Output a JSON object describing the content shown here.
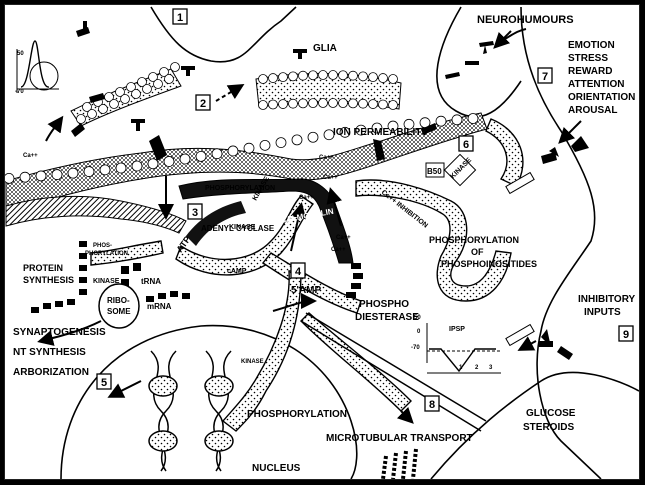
{
  "labels": {
    "neurohumours": "NEUROHUMOURS",
    "glia": "GLIA",
    "ion_permeability": "ION PERMEABILITY",
    "emotion": "EMOTION",
    "stress": "STRESS",
    "reward": "REWARD",
    "attention": "ATTENTION",
    "orientation": "ORIENTATION",
    "arousal": "AROUSAL",
    "phosphorylation_top": "PHOSPHORYLATION",
    "adenyl_cyclase": "ADENYL CYCLASE",
    "kinase_a": "KINASE",
    "kinase_b": "KINASE",
    "atp": "ATP",
    "calmodulin": "CALMODULIN",
    "camp": "cAMP",
    "five_amp": "5'AMP",
    "phospho": "PHOSPHO",
    "diesterase": "DIESTERASE",
    "ca_inhibition": "Ca++ INHIBITION",
    "b50": "B50",
    "kinase_box": "KINASE",
    "phos_of_1": "PHOSPHORYLATION",
    "phos_of_2": "OF",
    "phos_of_3": "PHOSPHOINOSITIDES",
    "protein": "PROTEIN",
    "synthesis": "SYNTHESIS",
    "phos_small_1": "PHOS-",
    "phos_small_2": "PHORYLATION",
    "kinase_c": "KINASE",
    "trna": "tRNA",
    "ribo": "RIBO-",
    "some": "SOME",
    "mrna": "mRNA",
    "synaptogenesis": "SYNAPTOGENESIS",
    "nt_synthesis": "NT SYNTHESIS",
    "arborization": "ARBORIZATION",
    "kinase_d": "KINASE",
    "phosphorylation_nuc": "PHOSPHORYLATION",
    "nucleus": "NUCLEUS",
    "microtubular_transport": "MICROTUBULAR TRANSPORT",
    "glucose": "GLUCOSE",
    "steroids": "STEROIDS",
    "inhibitory": "INHIBITORY",
    "inputs": "INPUTS",
    "ipsp": "IPSP",
    "ipsp_50": "50",
    "ipsp_0": "0",
    "ipsp_m70": "-70",
    "ipsp_1": "1",
    "ipsp_2": "2",
    "ipsp_3": "3",
    "ap_50": "50",
    "ap_m70": "-70",
    "ca1": "Ca++",
    "ca2": "Ca++",
    "ca3": "Ca++",
    "ca4": "Ca++",
    "ca5": "Ca++",
    "ca6": "Ca++"
  },
  "numbers": [
    "1",
    "2",
    "3",
    "4",
    "5",
    "6",
    "7",
    "8",
    "9"
  ]
}
